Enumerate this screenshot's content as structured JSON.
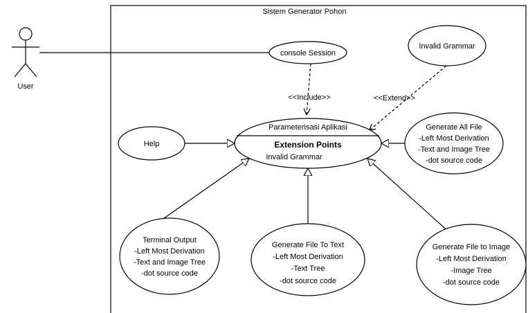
{
  "system": {
    "title": "Sistem Generator Pohon"
  },
  "actor": {
    "name": "User"
  },
  "use_cases": {
    "console_session": {
      "label": "console Session"
    },
    "invalid_grammar": {
      "label": "Invalid Grammar"
    },
    "parameterisasi": {
      "label": "Parameterisasi Aplikasi",
      "extension_points_title": "Extension Points",
      "extension_point": "Invalid Grammar"
    },
    "help": {
      "label": "Help"
    },
    "generate_all_file": {
      "lines": [
        "Generate All File",
        "-Left Most Derivation",
        "-Text and Image Tree",
        "-dot source code"
      ]
    },
    "terminal_output": {
      "lines": [
        "Terminal Output",
        "-Left Most Derivation",
        "-Text and Image Tree",
        "-dot source code"
      ]
    },
    "generate_file_to_text": {
      "lines": [
        "Generate File To Text",
        "-Left Most Derivation",
        "-Text Tree",
        "-dot source code"
      ]
    },
    "generate_file_to_image": {
      "lines": [
        "Generate File to Image",
        "-Left Most Derivation",
        "-Image Tree",
        "-dot source code"
      ]
    }
  },
  "relations": {
    "include_label": "<<Include>>",
    "extend_label": "<<Extend>>"
  }
}
